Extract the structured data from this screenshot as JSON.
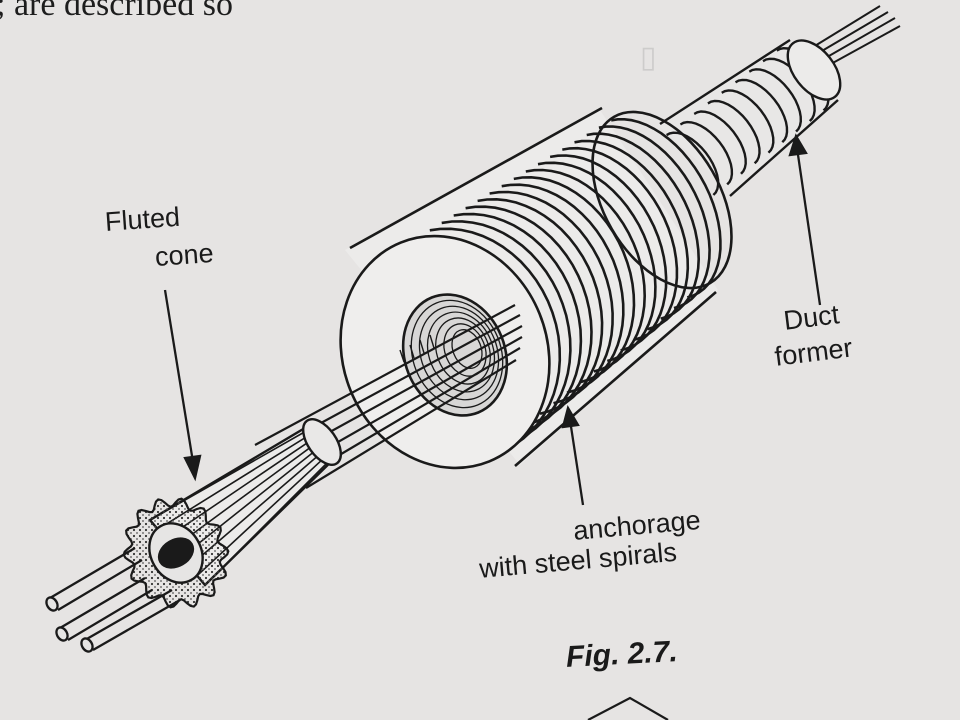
{
  "page_text": {
    "top_fragment": "; are described so"
  },
  "labels": {
    "fluted_line1": "Fluted",
    "fluted_line2": "cone",
    "duct_line1": "Duct",
    "duct_line2": "former",
    "anchorage_line1": "anchorage",
    "anchorage_line2": "with steel spirals"
  },
  "caption": {
    "text": "Fig. 2.7."
  },
  "colors": {
    "paper": "#e6e4e3",
    "ink": "#1a1a1a",
    "ring_fill": "#efeeed"
  }
}
